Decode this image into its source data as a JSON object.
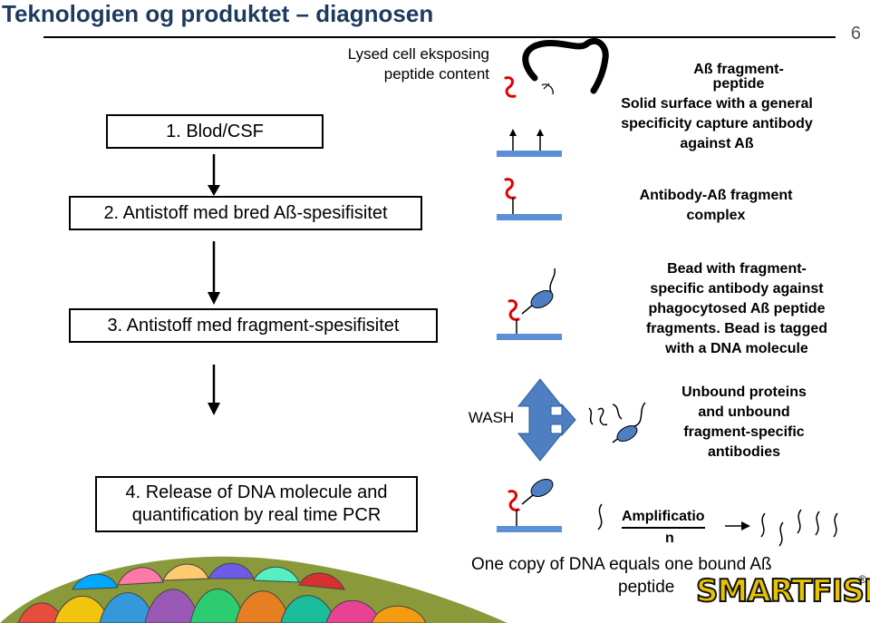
{
  "slide": {
    "title": "Teknologien og produktet – diagnosen",
    "page_number": "6"
  },
  "steps": [
    {
      "label": "1. Blod/CSF"
    },
    {
      "label": "2. Antistoff med bred Aß-spesifisitet"
    },
    {
      "label": "3. Antistoff med fragment-spesifisitet"
    },
    {
      "label_line1": "4. Release of DNA molecule and",
      "label_line2": "quantification by real time PCR"
    }
  ],
  "annotations": {
    "lysed_line1": "Lysed cell eksposing",
    "lysed_line2": "peptide content",
    "ab_fragment_line1": "Aß fragment-",
    "ab_fragment_line2": "peptide",
    "solid_surface_line1": "Solid surface with a general",
    "solid_surface_line2": "specificity capture antibody",
    "solid_surface_line3": "against Aß",
    "complex_line1": "Antibody-Aß fragment",
    "complex_line2": "complex",
    "bead_line1": "Bead with fragment-",
    "bead_line2": "specific antibody against",
    "bead_line3": "phagocytosed Aß peptide",
    "bead_line4": "fragments. Bead is tagged",
    "bead_line5": "with a DNA molecule",
    "wash": "WASH",
    "unbound_line1": "Unbound proteins",
    "unbound_line2": "and unbound",
    "unbound_line3": "fragment-specific",
    "unbound_line4": "antibodies",
    "amplification_line1": "Amplificatio",
    "amplification_line2": "n",
    "one_copy_line1": "One copy of DNA equals one bound Aß",
    "one_copy_line2": "peptide"
  },
  "logo": {
    "text": "SMARTFISH",
    "mark": "®"
  },
  "colors": {
    "peptide": "#e00000",
    "bead": "#4d7fc2",
    "wash_arrow": "#4d7fc2",
    "surface": "#5b8fd6",
    "title": "#1f3a5f"
  },
  "icons": [
    "down-arrow-icon",
    "peptide-squiggle-icon",
    "capture-surface-icon",
    "bead-icon",
    "dna-strand-icon",
    "wash-arrow-icon",
    "fish-scales-icon",
    "smartfish-logo"
  ]
}
